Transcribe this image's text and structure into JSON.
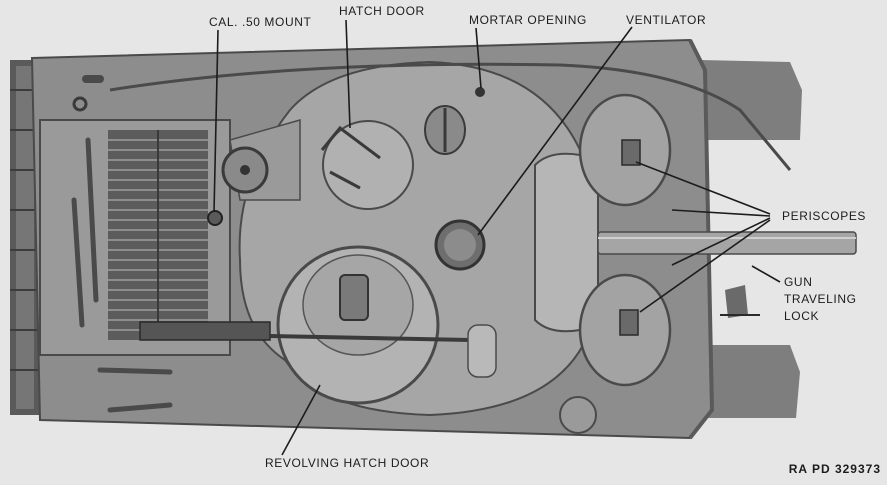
{
  "figure": {
    "labels": {
      "cal50_mount": "CAL. .50 MOUNT",
      "hatch_door": "HATCH DOOR",
      "mortar_opening": "MORTAR OPENING",
      "ventilator": "VENTILATOR",
      "periscopes": "PERISCOPES",
      "gun_traveling_lock_1": "GUN",
      "gun_traveling_lock_2": "TRAVELING",
      "gun_traveling_lock_3": "LOCK",
      "revolving_hatch_door": "REVOLVING HATCH DOOR"
    },
    "figure_number": "RA PD 329373"
  },
  "colors": {
    "background": "#e6e6e6",
    "hull": "#8c8c8c",
    "turret": "#a3a3a3",
    "dark": "#3a3a3a",
    "leader": "#1c1c1c"
  }
}
